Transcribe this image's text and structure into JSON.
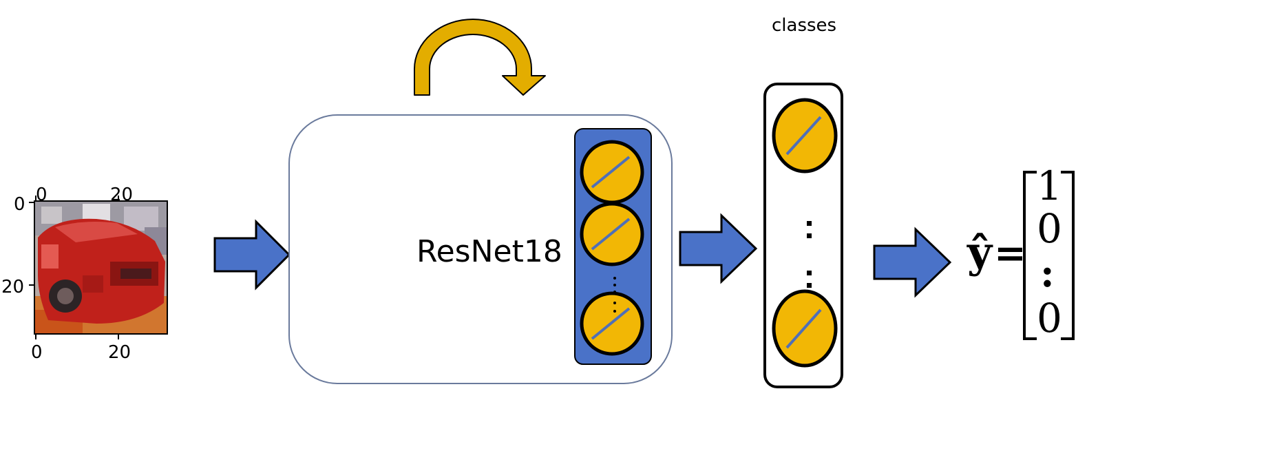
{
  "input_image": {
    "x_ticks_top": [
      "0",
      "20"
    ],
    "x_ticks_bottom": [
      "0",
      "20"
    ],
    "y_ticks": [
      "0",
      "20"
    ]
  },
  "model": {
    "label": "ResNet18"
  },
  "classes_label": "classes",
  "output": {
    "lhs": "ŷ",
    "equals": "=",
    "vector": [
      "1",
      "0",
      ":",
      "0"
    ]
  },
  "colors": {
    "arrow_blue": "#4a72c8",
    "neuron_yellow": "#f2b705",
    "curved_arrow_gold": "#e3ad00",
    "layer_panel_blue": "#4a72c8",
    "model_box_border": "#6a7a9c"
  }
}
